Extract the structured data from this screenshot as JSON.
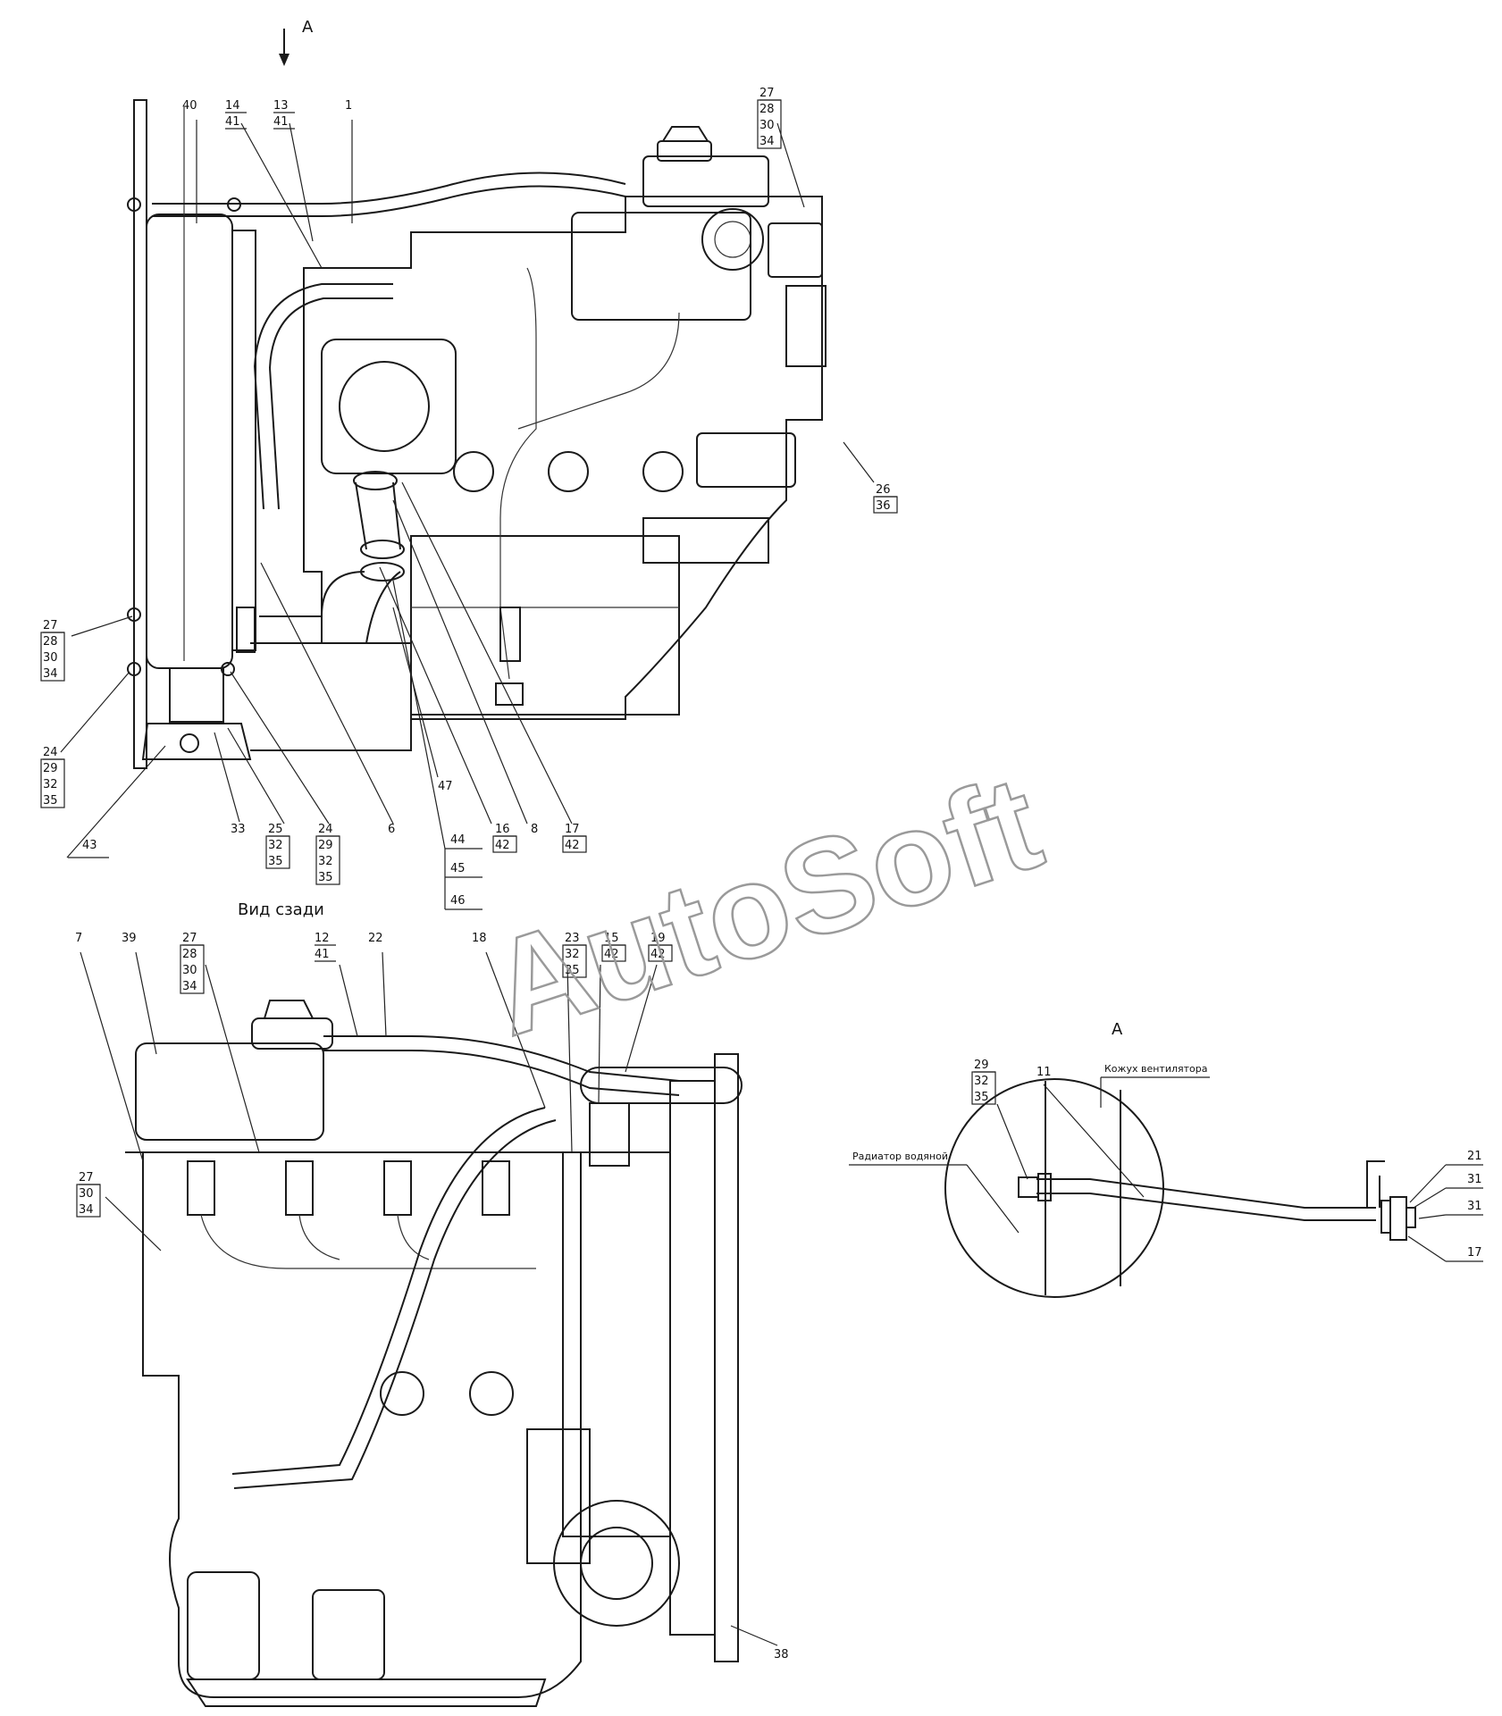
{
  "view_a_marker": "A",
  "rear_view_caption": "Вид сзади",
  "detail_a_title": "A",
  "watermark": "AutoSoft",
  "detail_notes": {
    "radiator": "Радиатор водяной",
    "fan_shroud": "Кожух вентилятора"
  },
  "callouts_top": [
    {
      "id": "c40",
      "lines": [
        "40"
      ]
    },
    {
      "id": "c14",
      "lines": [
        "14",
        "41"
      ]
    },
    {
      "id": "c13",
      "lines": [
        "13",
        "41"
      ]
    },
    {
      "id": "c1",
      "lines": [
        "1"
      ]
    },
    {
      "id": "c27a",
      "lines": [
        "27",
        "28",
        "30",
        "34"
      ]
    },
    {
      "id": "c26",
      "lines": [
        "26",
        "36"
      ]
    },
    {
      "id": "c27b",
      "lines": [
        "27",
        "28",
        "30",
        "34"
      ]
    },
    {
      "id": "c24a",
      "lines": [
        "24",
        "29",
        "32",
        "35"
      ]
    },
    {
      "id": "c43",
      "lines": [
        "43"
      ]
    },
    {
      "id": "c33",
      "lines": [
        "33"
      ]
    },
    {
      "id": "c25",
      "lines": [
        "25",
        "32",
        "35"
      ]
    },
    {
      "id": "c24b",
      "lines": [
        "24",
        "29",
        "32",
        "35"
      ]
    },
    {
      "id": "c6",
      "lines": [
        "6"
      ]
    },
    {
      "id": "c47",
      "lines": [
        "47"
      ]
    },
    {
      "id": "c16",
      "lines": [
        "16",
        "42"
      ]
    },
    {
      "id": "c8",
      "lines": [
        "8"
      ]
    },
    {
      "id": "c17a",
      "lines": [
        "17",
        "42"
      ]
    },
    {
      "id": "c44",
      "lines": [
        "44",
        "45",
        "46"
      ]
    }
  ],
  "callouts_bottom": [
    {
      "id": "c7",
      "lines": [
        "7"
      ]
    },
    {
      "id": "c39",
      "lines": [
        "39"
      ]
    },
    {
      "id": "c27c",
      "lines": [
        "27",
        "28",
        "30",
        "34"
      ]
    },
    {
      "id": "c12",
      "lines": [
        "12",
        "41"
      ]
    },
    {
      "id": "c22",
      "lines": [
        "22"
      ]
    },
    {
      "id": "c18",
      "lines": [
        "18"
      ]
    },
    {
      "id": "c23",
      "lines": [
        "23",
        "32",
        "35"
      ]
    },
    {
      "id": "c15",
      "lines": [
        "15",
        "42"
      ]
    },
    {
      "id": "c19",
      "lines": [
        "19",
        "42"
      ]
    },
    {
      "id": "c27d",
      "lines": [
        "27",
        "30",
        "34"
      ]
    },
    {
      "id": "c38",
      "lines": [
        "38"
      ]
    }
  ],
  "callouts_detail": [
    {
      "id": "c29",
      "lines": [
        "29",
        "32",
        "35"
      ]
    },
    {
      "id": "c11",
      "lines": [
        "11"
      ]
    },
    {
      "id": "c21",
      "lines": [
        "21"
      ]
    },
    {
      "id": "c31a",
      "lines": [
        "31"
      ]
    },
    {
      "id": "c31b",
      "lines": [
        "31"
      ]
    },
    {
      "id": "c17b",
      "lines": [
        "17"
      ]
    }
  ]
}
